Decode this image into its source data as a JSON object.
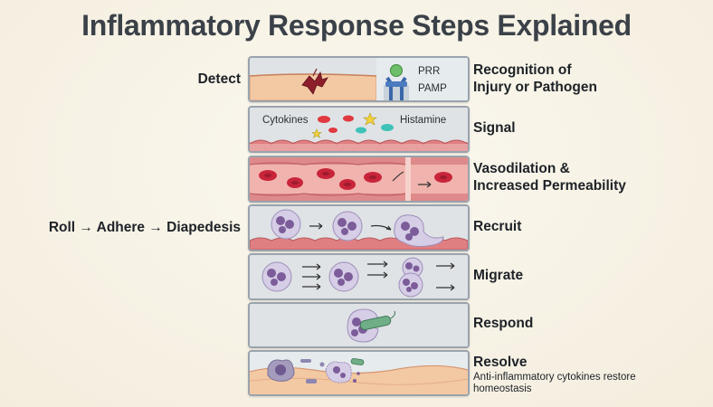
{
  "title": "Inflammatory Response Steps Explained",
  "left_labels": {
    "detect": "Detect",
    "recruit": "Roll → Adhere → Diapedesis"
  },
  "panel_text": {
    "prr": "PRR",
    "pamp": "PAMP",
    "cytokines": "Cytokines",
    "histamine": "Histamine"
  },
  "steps": [
    {
      "label_line1": "Recognition of",
      "label_line2": "Injury or Pathogen"
    },
    {
      "label_line1": "Signal"
    },
    {
      "label_line1": "Vasodilation &",
      "label_line2": "Increased Permeability"
    },
    {
      "label_line1": "Recruit"
    },
    {
      "label_line1": "Migrate"
    },
    {
      "label_line1": "Respond"
    },
    {
      "label_line1": "Resolve",
      "sub_line1": "Anti-inflammatory cytokines restore",
      "sub_line2": "homeostasis"
    }
  ],
  "colors": {
    "title": "#3b4148",
    "panel_border": "#9aa3ad",
    "panel_bg": "#dfe3e6",
    "tissue": "#f3c9a4",
    "rbc": "#c8243a",
    "vessel_wall": "#e2898c",
    "leukocyte": "#d6cde6",
    "nucleus": "#7c5c99"
  }
}
